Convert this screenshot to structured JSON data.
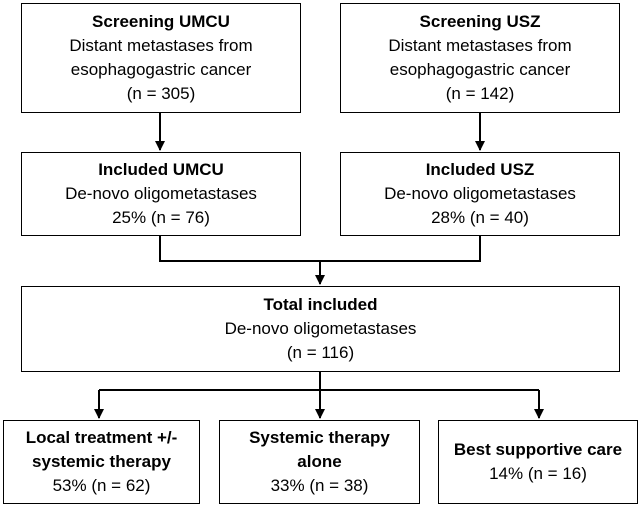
{
  "screening_umcu": {
    "title": "Screening UMCU",
    "line1": "Distant metastases from",
    "line2": "esophagogastric cancer",
    "count": "(n = 305)"
  },
  "screening_usz": {
    "title": "Screening USZ",
    "line1": "Distant metastases from",
    "line2": "esophagogastric cancer",
    "count": "(n = 142)"
  },
  "included_umcu": {
    "title": "Included UMCU",
    "line1": "De-novo oligometastases",
    "count": "25% (n = 76)"
  },
  "included_usz": {
    "title": "Included USZ",
    "line1": "De-novo oligometastases",
    "count": "28% (n = 40)"
  },
  "total": {
    "title": "Total included",
    "line1": "De-novo oligometastases",
    "count": "(n = 116)"
  },
  "local": {
    "title1": "Local treatment +/-",
    "title2": "systemic therapy",
    "count": "53% (n = 62)"
  },
  "systemic": {
    "title1": "Systemic therapy",
    "title2": "alone",
    "count": "33% (n = 38)"
  },
  "bsc": {
    "title1": "Best supportive care",
    "count": "14% (n = 16)"
  }
}
